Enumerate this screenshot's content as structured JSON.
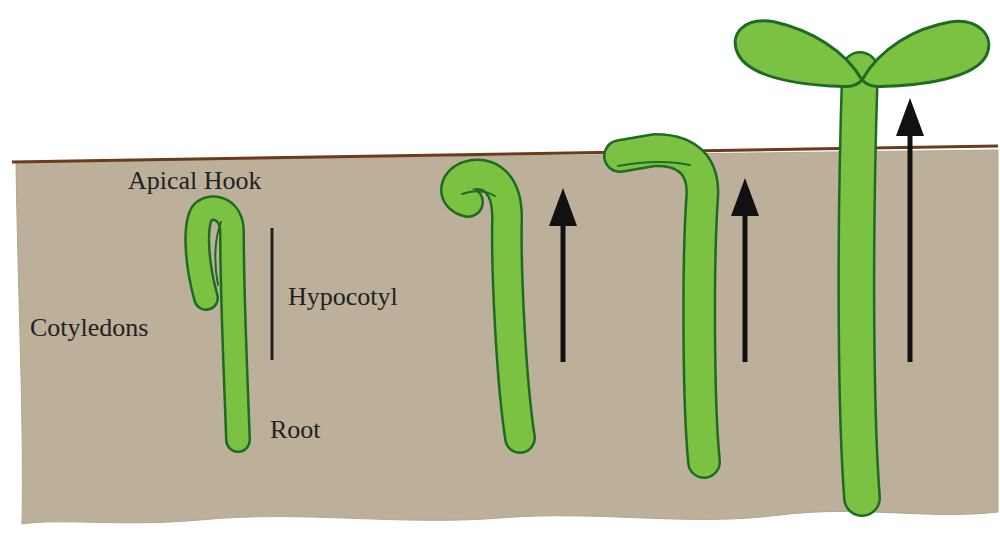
{
  "diagram": {
    "labels": [
      "Apical Hook",
      "Cotyledons",
      "Hypocotyl",
      "Root"
    ]
  }
}
